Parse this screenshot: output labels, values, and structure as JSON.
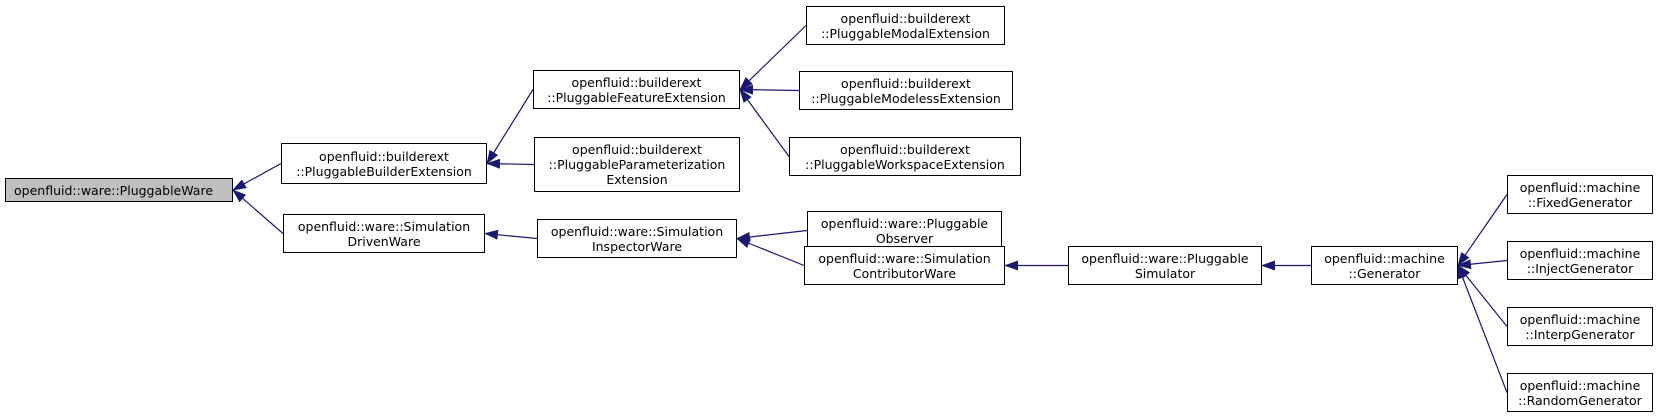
{
  "colors": {
    "edge": "#191970",
    "node_border": "#000000",
    "root_fill": "#bfbfbf",
    "node_fill": "#ffffff"
  },
  "nodes": {
    "pluggable_ware": {
      "lines": [
        "openfluid::ware::PluggableWare"
      ]
    },
    "pluggable_builder_extension": {
      "lines": [
        "openfluid::builderext",
        "::PluggableBuilderExtension"
      ]
    },
    "simulation_driven_ware": {
      "lines": [
        "openfluid::ware::Simulation",
        "DrivenWare"
      ]
    },
    "pluggable_feature_extension": {
      "lines": [
        "openfluid::builderext",
        "::PluggableFeatureExtension"
      ]
    },
    "pluggable_parameterization_extension": {
      "lines": [
        "openfluid::builderext",
        "::PluggableParameterization",
        "Extension"
      ]
    },
    "pluggable_modal_extension": {
      "lines": [
        "openfluid::builderext",
        "::PluggableModalExtension"
      ]
    },
    "pluggable_modeless_extension": {
      "lines": [
        "openfluid::builderext",
        "::PluggableModelessExtension"
      ]
    },
    "pluggable_workspace_extension": {
      "lines": [
        "openfluid::builderext",
        "::PluggableWorkspaceExtension"
      ]
    },
    "simulation_inspector_ware": {
      "lines": [
        "openfluid::ware::Simulation",
        "InspectorWare"
      ]
    },
    "pluggable_observer": {
      "lines": [
        "openfluid::ware::Pluggable",
        "Observer"
      ]
    },
    "simulation_contributor_ware": {
      "lines": [
        "openfluid::ware::Simulation",
        "ContributorWare"
      ]
    },
    "pluggable_simulator": {
      "lines": [
        "openfluid::ware::Pluggable",
        "Simulator"
      ]
    },
    "generator": {
      "lines": [
        "openfluid::machine",
        "::Generator"
      ]
    },
    "fixed_generator": {
      "lines": [
        "openfluid::machine",
        "::FixedGenerator"
      ]
    },
    "inject_generator": {
      "lines": [
        "openfluid::machine",
        "::InjectGenerator"
      ]
    },
    "interp_generator": {
      "lines": [
        "openfluid::machine",
        "::InterpGenerator"
      ]
    },
    "random_generator": {
      "lines": [
        "openfluid::machine",
        "::RandomGenerator"
      ]
    }
  },
  "edges": [
    {
      "from": "pluggable_builder_extension",
      "to": "pluggable_ware"
    },
    {
      "from": "simulation_driven_ware",
      "to": "pluggable_ware"
    },
    {
      "from": "pluggable_feature_extension",
      "to": "pluggable_builder_extension"
    },
    {
      "from": "pluggable_parameterization_extension",
      "to": "pluggable_builder_extension"
    },
    {
      "from": "pluggable_modal_extension",
      "to": "pluggable_feature_extension"
    },
    {
      "from": "pluggable_modeless_extension",
      "to": "pluggable_feature_extension"
    },
    {
      "from": "pluggable_workspace_extension",
      "to": "pluggable_feature_extension"
    },
    {
      "from": "simulation_inspector_ware",
      "to": "simulation_driven_ware"
    },
    {
      "from": "pluggable_observer",
      "to": "simulation_inspector_ware"
    },
    {
      "from": "simulation_contributor_ware",
      "to": "simulation_inspector_ware"
    },
    {
      "from": "pluggable_simulator",
      "to": "simulation_contributor_ware"
    },
    {
      "from": "generator",
      "to": "pluggable_simulator"
    },
    {
      "from": "fixed_generator",
      "to": "generator"
    },
    {
      "from": "inject_generator",
      "to": "generator"
    },
    {
      "from": "interp_generator",
      "to": "generator"
    },
    {
      "from": "random_generator",
      "to": "generator"
    }
  ]
}
